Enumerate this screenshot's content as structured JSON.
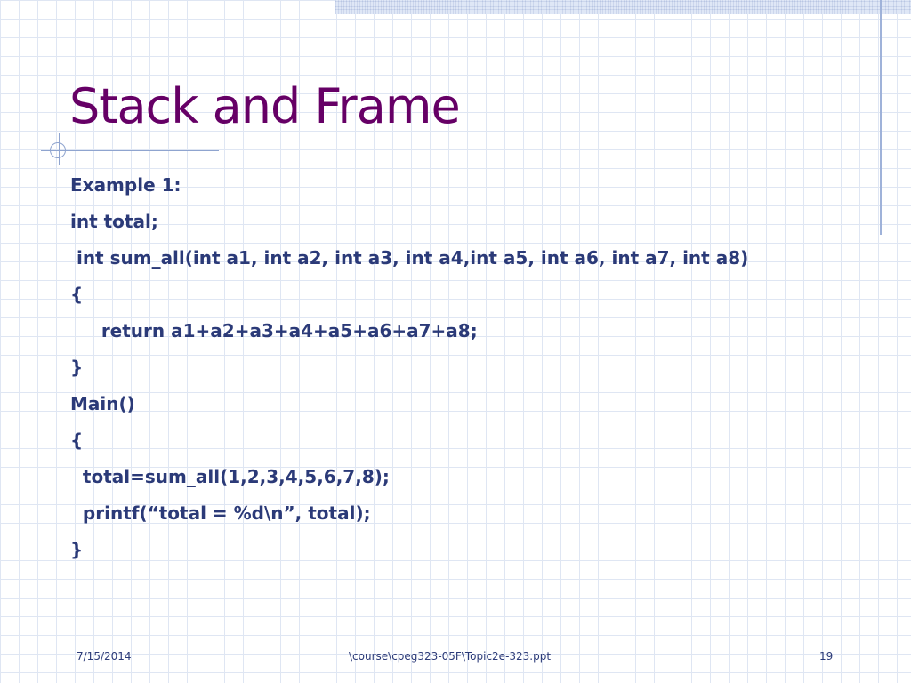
{
  "slide": {
    "title": "Stack and Frame",
    "lines": [
      "Example 1:",
      "int total;",
      " int sum_all(int a1, int a2, int a3, int a4,int a5, int a6, int a7, int a8)",
      "{",
      "     return a1+a2+a3+a4+a5+a6+a7+a8;",
      "}",
      "Main()",
      "{",
      "  total=sum_all(1,2,3,4,5,6,7,8);",
      "  printf(“total = %d\\n”, total);",
      "}"
    ]
  },
  "footer": {
    "date": "7/15/2014",
    "path": "\\course\\cpeg323-05F\\Topic2e-323.ppt",
    "page": "19"
  },
  "colors": {
    "title": "#660066",
    "body": "#2b3a78",
    "accent": "#8fa4cf"
  }
}
